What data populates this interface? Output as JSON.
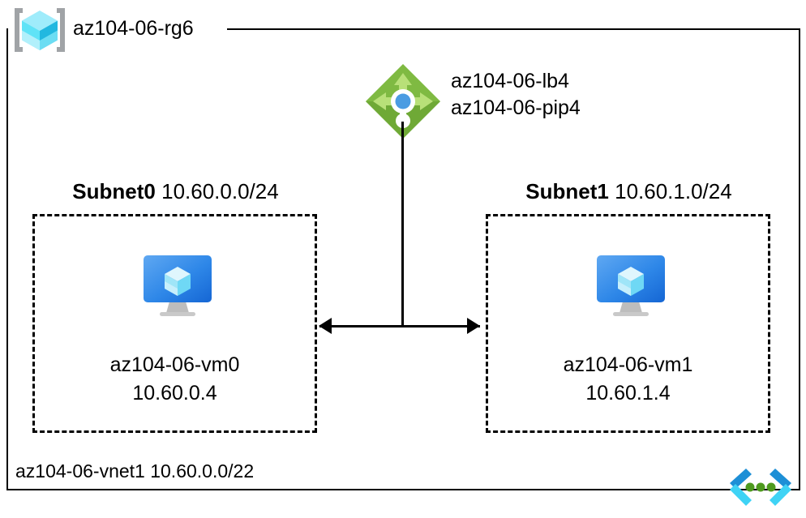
{
  "diagram": {
    "type": "azure-network-architecture",
    "resource_group": {
      "icon": "azure-resource-group-cube-icon",
      "name": "az104-06-rg6"
    },
    "load_balancer": {
      "icon": "azure-load-balancer-icon",
      "lb_name": "az104-06-lb4",
      "pip_name": "az104-06-pip4"
    },
    "subnets": [
      {
        "icon": "azure-virtual-machine-icon",
        "name": "Subnet0",
        "cidr": "10.60.0.0/24",
        "vm_name": "az104-06-vm0",
        "vm_ip": "10.60.0.4"
      },
      {
        "icon": "azure-virtual-machine-icon",
        "name": "Subnet1",
        "cidr": "10.60.1.0/24",
        "vm_name": "az104-06-vm1",
        "vm_ip": "10.60.1.4"
      }
    ],
    "vnet": {
      "icon": "azure-virtual-network-icon",
      "label": "az104-06-vnet1 10.60.0.0/22"
    },
    "colors": {
      "outline": "#000000",
      "background": "#ffffff",
      "rg_cube_light": "#9FECFB",
      "rg_cube_mid": "#32D8F2",
      "rg_cube_dark": "#22B8E0",
      "rg_bracket": "#A0A3A6",
      "lb_green_light": "#7FBA42",
      "lb_green_dark": "#5E9624",
      "lb_arrow": "#B8E078",
      "lb_center_blue": "#4B9CE2",
      "vm_blue_light": "#55A2F0",
      "vm_blue_dark": "#1B72DE",
      "vm_stand_gray": "#B5B5B5",
      "vnet_blue": "#1D8FD6",
      "vnet_cyan": "#3FD3F5",
      "vnet_green_dot": "#4E9A1E"
    }
  }
}
